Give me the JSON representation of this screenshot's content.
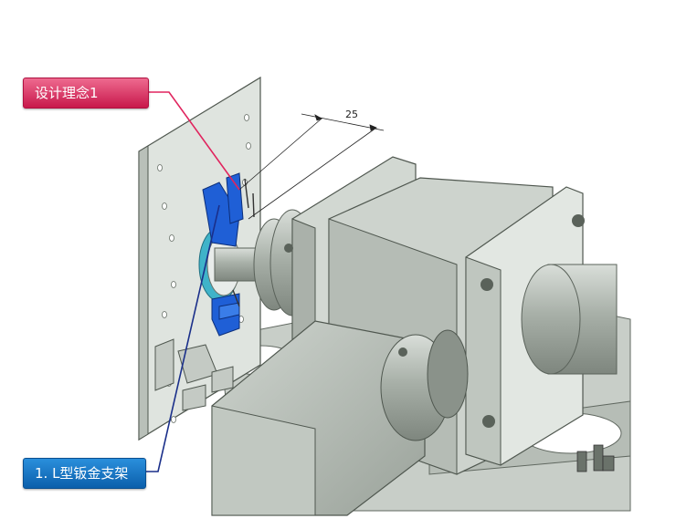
{
  "callouts": {
    "design_concept": "设计理念1",
    "bracket": "1. L型钣金支架"
  },
  "dimension": {
    "value": "25"
  },
  "colors": {
    "callout_pink": "#d02a5c",
    "callout_blue": "#1a74c4",
    "bracket_blue": "#1f5fd6",
    "part_gray": "#bcc4bc"
  }
}
